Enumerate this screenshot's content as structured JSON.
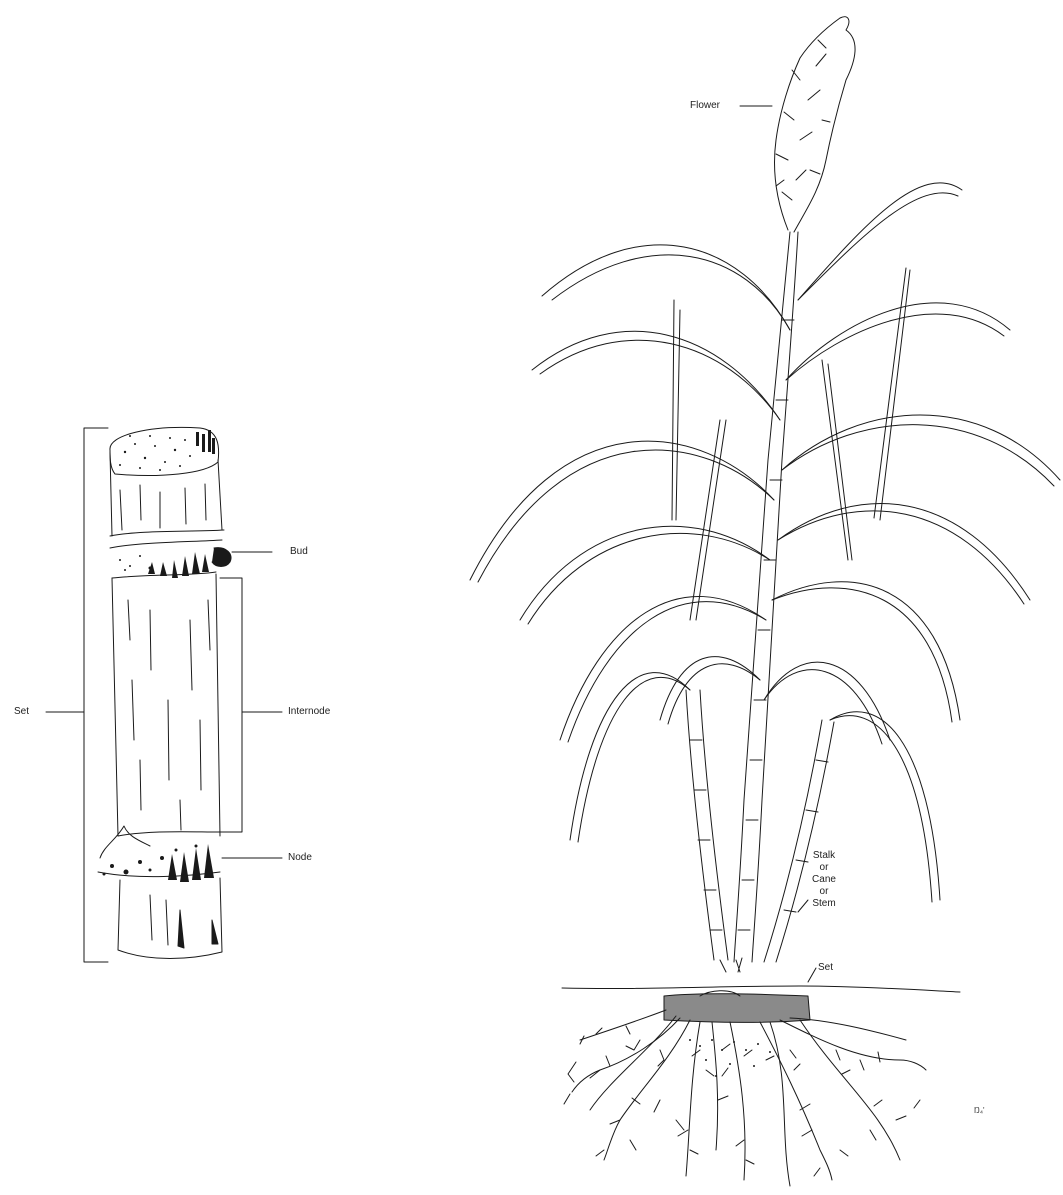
{
  "cutting": {
    "labels": {
      "set": "Set",
      "bud": "Bud",
      "internode": "Internode",
      "node": "Node"
    }
  },
  "plant": {
    "labels": {
      "flower": "Flower",
      "stalk": [
        "Stalk",
        "or",
        "Cane",
        "or",
        "Stem"
      ],
      "set": "Set"
    },
    "signature": "Ŋ₄'"
  },
  "colors": {
    "ink": "#1a1a1a",
    "set_fill": "#8a8a8a",
    "background": "#ffffff"
  }
}
